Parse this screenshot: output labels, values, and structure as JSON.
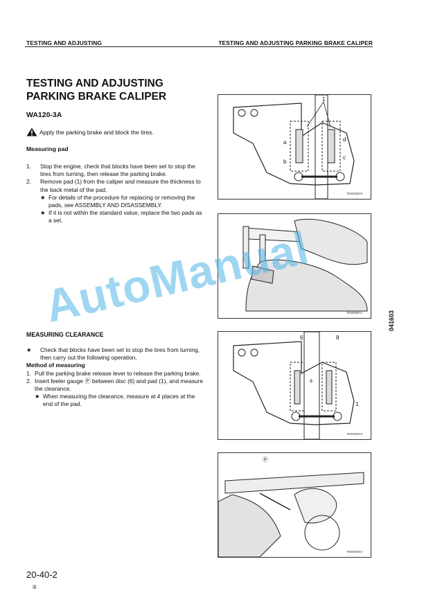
{
  "header": {
    "left": "TESTING AND ADJUSTING",
    "right": "TESTING AND ADJUSTING PARKING BRAKE CALIPER"
  },
  "title": {
    "line1": "TESTING AND ADJUSTING",
    "line2": "PARKING BRAKE CALIPER"
  },
  "model": "WA120-3A",
  "warning": {
    "icon": "warning-icon",
    "text": "Apply the parking brake and block the tires."
  },
  "measuring_pad": {
    "heading": "Measuring pad",
    "steps": [
      {
        "num": "1.",
        "text": "Stop the engine, check that blocks have been set to stop the tires from turning, then release the parking brake."
      },
      {
        "num": "2.",
        "text": "Remove pad (1) from the caliper and measure the thickness to the back metal of the pad."
      }
    ],
    "notes": [
      {
        "mark": "★",
        "text": "For details of the procedure for replacing or removing the pads, see ASSEMBLY AND DISASSEMBLY."
      },
      {
        "mark": "★",
        "text": "If it is not within the standard value, replace the two pads as a set."
      }
    ]
  },
  "measuring_clearance": {
    "heading": "MEASURING CLEARANCE",
    "note": {
      "mark": "★",
      "text": "Check that blocks have been set to stop the tires from turning, then carry out the following operation."
    },
    "method_heading": "Method of measuring",
    "steps": [
      {
        "num": "1.",
        "text": "Pull the parking brake release lever to release the parking brake."
      },
      {
        "num": "2.",
        "text": "Insert feeler gauge Ⓟ between disc (6) and pad (1), and measure the clearance."
      }
    ],
    "sub_note": {
      "mark": "★",
      "text": "When measuring the clearance, measure at 4 places at the end of the pad."
    }
  },
  "figures": [
    {
      "code": "TEW00870",
      "callouts": [
        "1",
        "a",
        "b",
        "c",
        "d"
      ]
    },
    {
      "code": "TEW00871"
    },
    {
      "code": "TEW00872",
      "callouts": [
        "6",
        "8",
        "s",
        "1"
      ]
    },
    {
      "code": "TEW00873",
      "callouts": [
        "Ⓟ"
      ]
    }
  ],
  "side_code": "041603",
  "watermark": "AutoManual",
  "page": {
    "number": "20-40-2",
    "sub": "③"
  }
}
